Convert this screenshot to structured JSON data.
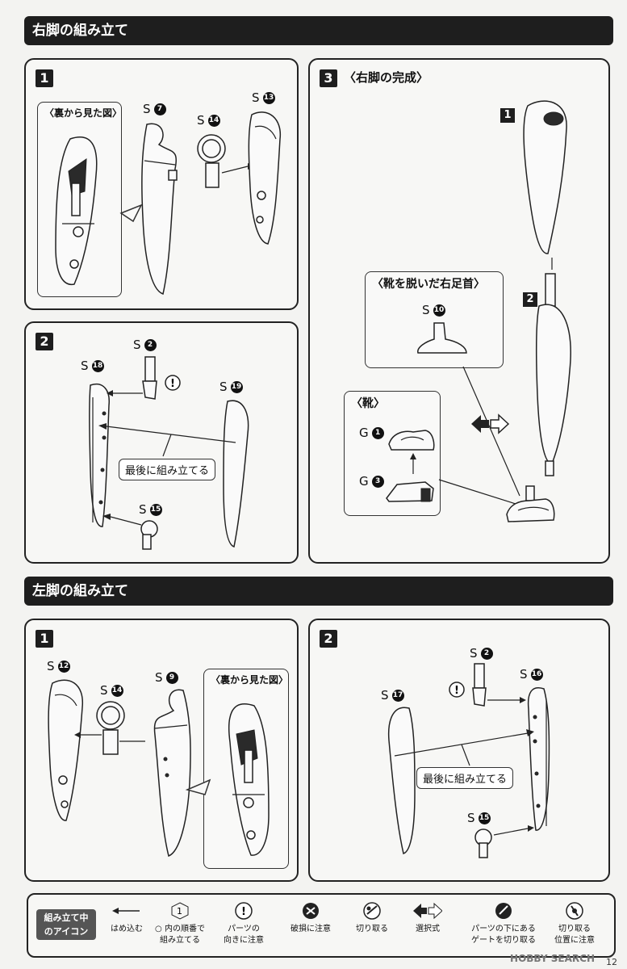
{
  "sections": {
    "right_leg": {
      "title": "右脚の組み立て"
    },
    "left_leg": {
      "title": "左脚の組み立て"
    }
  },
  "right": {
    "step1": {
      "num": "1",
      "back_view": "〈裏から見た図〉",
      "parts": [
        {
          "letter": "S",
          "num": "7"
        },
        {
          "letter": "S",
          "num": "14"
        },
        {
          "letter": "S",
          "num": "13"
        }
      ]
    },
    "step2": {
      "num": "2",
      "parts": [
        {
          "letter": "S",
          "num": "18"
        },
        {
          "letter": "S",
          "num": "2"
        },
        {
          "letter": "S",
          "num": "19"
        },
        {
          "letter": "S",
          "num": "15"
        }
      ],
      "note": "最後に組み立てる"
    },
    "step3": {
      "num": "3",
      "title": "〈右脚の完成〉",
      "sub1": "1",
      "sub2": "2",
      "bare_foot_title": "〈靴を脱いだ右足首〉",
      "bare_foot_part": {
        "letter": "S",
        "num": "10"
      },
      "shoe_title": "〈靴〉",
      "shoe_parts": [
        {
          "letter": "G",
          "num": "1"
        },
        {
          "letter": "G",
          "num": "3"
        }
      ]
    }
  },
  "left": {
    "step1": {
      "num": "1",
      "back_view": "〈裏から見た図〉",
      "parts": [
        {
          "letter": "S",
          "num": "12"
        },
        {
          "letter": "S",
          "num": "14"
        },
        {
          "letter": "S",
          "num": "9"
        }
      ]
    },
    "step2": {
      "num": "2",
      "parts": [
        {
          "letter": "S",
          "num": "2"
        },
        {
          "letter": "S",
          "num": "16"
        },
        {
          "letter": "S",
          "num": "17"
        },
        {
          "letter": "S",
          "num": "15"
        }
      ],
      "note": "最後に組み立てる"
    }
  },
  "legend": {
    "title_line1": "組み立て中",
    "title_line2": "のアイコン",
    "items": [
      {
        "icon": "arrow-left-icon",
        "line1": "はめ込む",
        "line2": ""
      },
      {
        "icon": "circled-one-icon",
        "line1": "○ 内の順番で",
        "line2": "組み立てる"
      },
      {
        "icon": "exclamation-icon",
        "line1": "パーツの",
        "line2": "向きに注意"
      },
      {
        "icon": "breakage-icon",
        "line1": "破損に注意",
        "line2": ""
      },
      {
        "icon": "cut-icon",
        "line1": "切り取る",
        "line2": ""
      },
      {
        "icon": "double-arrow-icon",
        "line1": "選択式",
        "line2": ""
      },
      {
        "icon": "gate-cut-icon",
        "line1": "パーツの下にある",
        "line2": "ゲートを切り取る"
      },
      {
        "icon": "cut-position-icon",
        "line1": "切り取る",
        "line2": "位置に注意"
      }
    ]
  },
  "page_number": "12",
  "watermark": "HOBBY SEARCH"
}
